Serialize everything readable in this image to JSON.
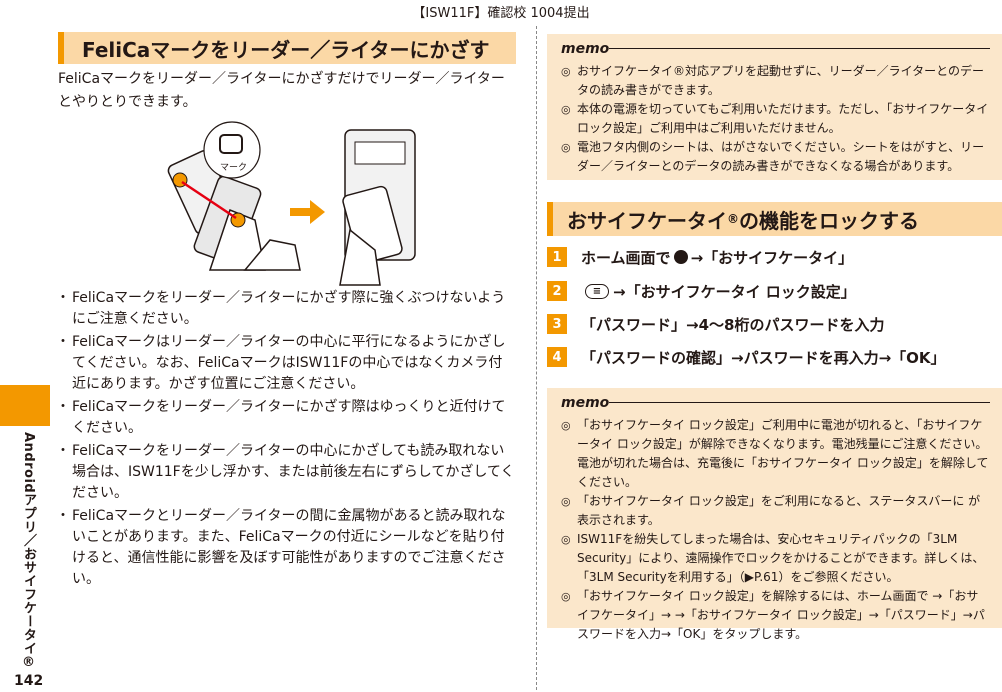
{
  "header": {
    "note": "【ISW11F】確認校 1004提出"
  },
  "sidebar": {
    "label": "Androidアプリ／おサイフケータイ®"
  },
  "page_number": "142",
  "left": {
    "section_title": "FeliCaマークをリーダー／ライターにかざす",
    "intro": "FeliCaマークをリーダー／ライターにかざすだけでリーダー／ライターとやりとりできます。",
    "figure_label": "マーク",
    "bullets": [
      "FeliCaマークをリーダー／ライターにかざす際に強くぶつけないようにご注意ください。",
      "FeliCaマークはリーダー／ライターの中心に平行になるようにかざしてください。なお、FeliCaマークはISW11Fの中心ではなくカメラ付近にあります。かざす位置にご注意ください。",
      "FeliCaマークをリーダー／ライターにかざす際はゆっくりと近付けてください。",
      "FeliCaマークをリーダー／ライターの中心にかざしても読み取れない場合は、ISW11Fを少し浮かす、または前後左右にずらしてかざしてください。",
      "FeliCaマークとリーダー／ライターの間に金属物があると読み取れないことがあります。また、FeliCaマークの付近にシールなどを貼り付けると、通信性能に影響を及ぼす可能性がありますのでご注意ください。"
    ]
  },
  "right": {
    "memo_label": "memo",
    "memo1": [
      "おサイフケータイ®対応アプリを起動せずに、リーダー／ライターとのデータの読み書きができます。",
      "本体の電源を切っていてもご利用いただけます。ただし、「おサイフケータイ ロック設定」ご利用中はご利用いただけません。",
      "電池フタ内側のシートは、はがさないでください。シートをはがすと、リーダー／ライターとのデータの読み書きができなくなる場合があります。"
    ],
    "section_title": "おサイフケータイ",
    "section_title_sup": "®",
    "section_title_end": "の機能をロックする",
    "steps": [
      {
        "num": "1",
        "pre": "ホーム画面で",
        "post": "→「おサイフケータイ」"
      },
      {
        "num": "2",
        "pre": "",
        "post": "→「おサイフケータイ ロック設定」"
      },
      {
        "num": "3",
        "pre": "",
        "post": "「パスワード」→4～8桁のパスワードを入力"
      },
      {
        "num": "4",
        "pre": "",
        "post": "「パスワードの確認」→パスワードを再入力→「OK」"
      }
    ],
    "memo2": [
      "「おサイフケータイ ロック設定」ご利用中に電池が切れると、「おサイフケータイ ロック設定」が解除できなくなります。電池残量にご注意ください。電池が切れた場合は、充電後に「おサイフケータイ ロック設定」を解除してください。",
      "「おサイフケータイ ロック設定」をご利用になると、ステータスバーに が表示されます。",
      "ISW11Fを紛失してしまった場合は、安心セキュリティパックの「3LM Security」により、遠隔操作でロックをかけることができます。詳しくは、「3LM Securityを利用する」（▶P.61）をご参照ください。",
      "「おサイフケータイ ロック設定」を解除するには、ホーム画面で →「おサイフケータイ」→ →「おサイフケータイ ロック設定」→「パスワード」→パスワードを入力→「OK」をタップします。"
    ]
  }
}
